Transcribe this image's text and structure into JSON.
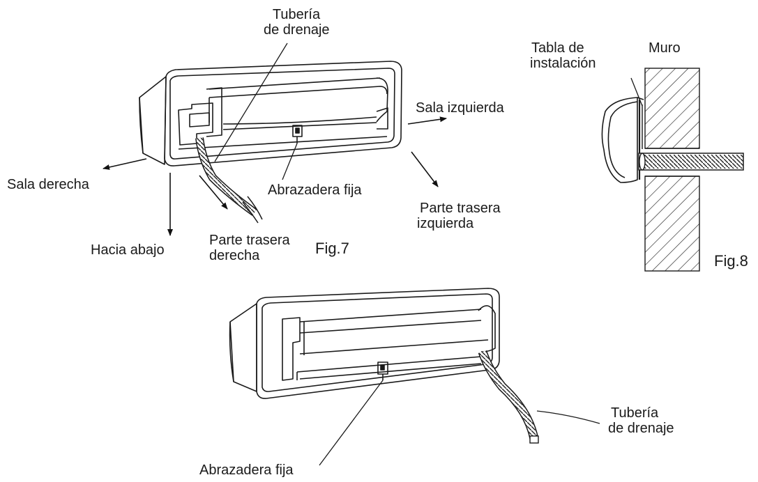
{
  "fig7": {
    "caption": "Fig.7",
    "drain_pipe_l1": "Tubería",
    "drain_pipe_l2": "de drenaje",
    "left_room": "Sala izquierda",
    "right_room": "Sala derecha",
    "fixed_clamp": "Abrazadera fija",
    "rear_left_l1": "Parte trasera",
    "rear_left_l2": "izquierda",
    "rear_right_l1": "Parte trasera",
    "rear_right_l2": "derecha",
    "downward": "Hacia abajo"
  },
  "fig8": {
    "caption": "Fig.8",
    "mount_plate_l1": "Tabla de",
    "mount_plate_l2": "instalación",
    "wall": "Muro"
  },
  "fig9": {
    "fixed_clamp": "Abrazadera fija",
    "drain_pipe_l1": "Tubería",
    "drain_pipe_l2": "de drenaje"
  }
}
